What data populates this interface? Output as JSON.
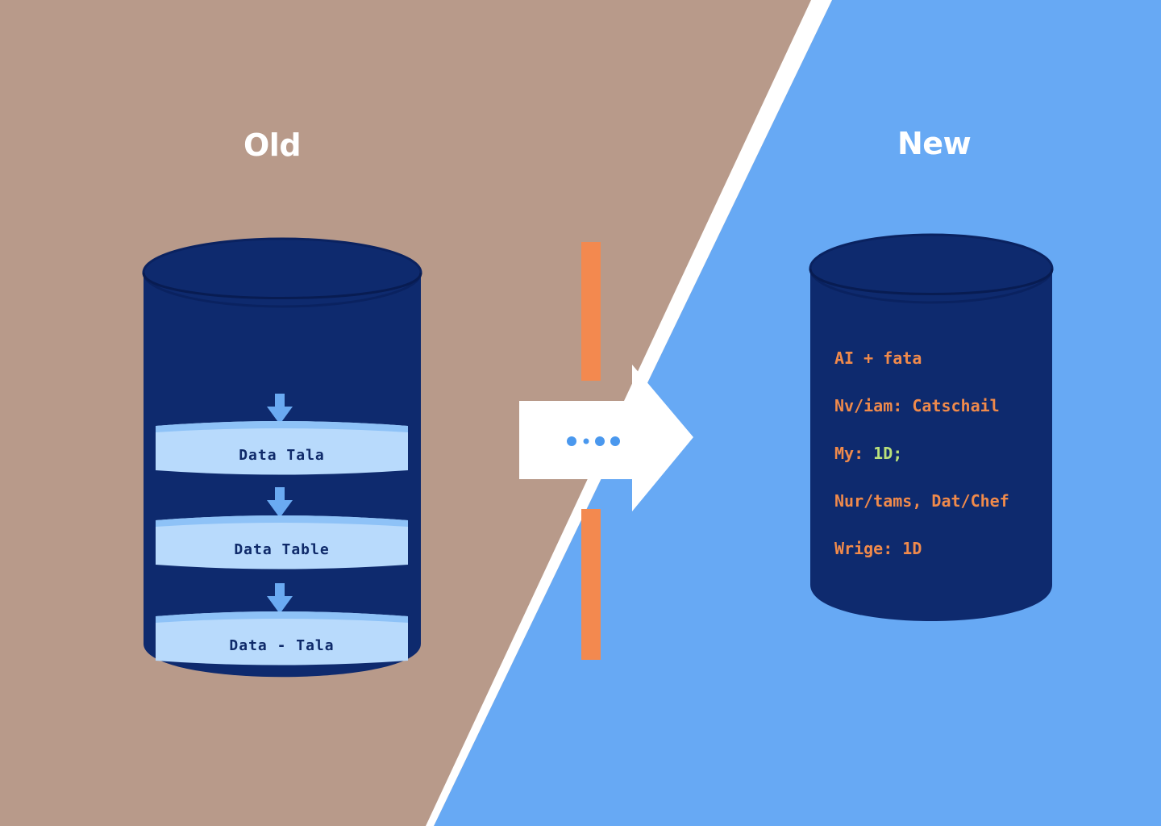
{
  "panels": {
    "old": {
      "title": "Old",
      "tables": [
        "Data Tala",
        "Data Table",
        "Data - Tala"
      ]
    },
    "new": {
      "title": "New",
      "lines": [
        {
          "text": "AI + fata"
        },
        {
          "text": "Nv/iam: Catschail"
        },
        {
          "text": "My: ",
          "value": "1D;"
        },
        {
          "text": "Nur/tams, Dat/Chef"
        },
        {
          "text": "Wrige: 1D"
        }
      ]
    }
  },
  "colors": {
    "old_background": "#b89a8a",
    "new_background": "#67a9f4",
    "cylinder": "#0e2a6e",
    "table_band": "#b8dafc",
    "divider": "#f3894f",
    "code_text": "#f08a4b",
    "code_value": "#b9e07a"
  },
  "icons": [
    "down-arrow-icon",
    "migrate-arrow-icon",
    "ellipsis-icon"
  ]
}
